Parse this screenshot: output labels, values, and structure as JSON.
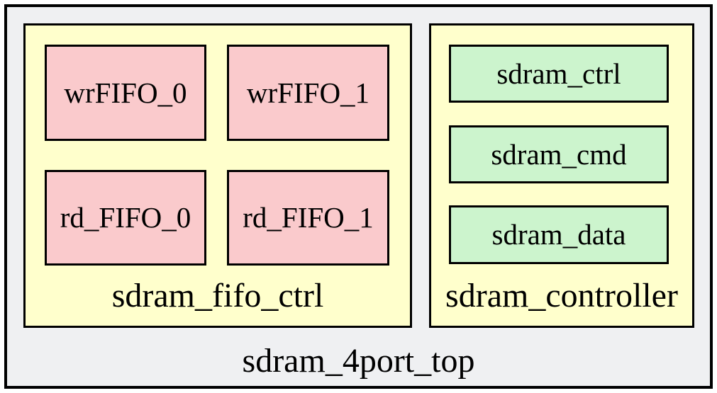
{
  "colors": {
    "page-bg": "#ffffff",
    "outer-bg": "#eff0f2",
    "container-bg": "#ffffcc",
    "fifo-block-bg": "#facacc",
    "ctrl-block-bg": "#ccf4cd",
    "border": "#000000",
    "text": "#000000"
  },
  "modules": {
    "top": {
      "label": "sdram_4port_top"
    },
    "fifo_ctrl": {
      "label": "sdram_fifo_ctrl",
      "blocks": [
        {
          "label": "wrFIFO_0"
        },
        {
          "label": "wrFIFO_1"
        },
        {
          "label": "rd_FIFO_0"
        },
        {
          "label": "rd_FIFO_1"
        }
      ]
    },
    "controller": {
      "label": "sdram_controller",
      "blocks": [
        {
          "label": "sdram_ctrl"
        },
        {
          "label": "sdram_cmd"
        },
        {
          "label": "sdram_data"
        }
      ]
    }
  }
}
